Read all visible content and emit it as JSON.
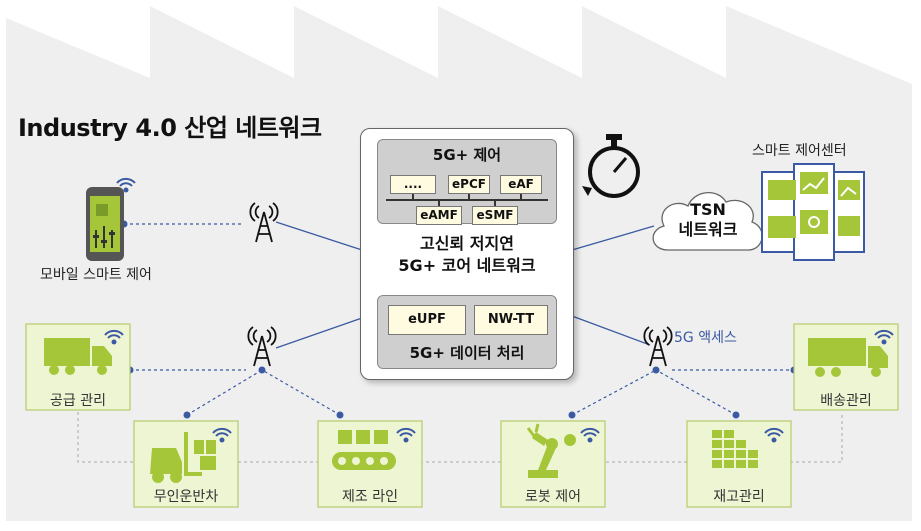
{
  "title": "Industry 4.0 산업 네트워크",
  "core": {
    "control_plane_title": "5G+ 제어",
    "control_functions": [
      "....",
      "ePCF",
      "eAF",
      "eAMF",
      "eSMF"
    ],
    "name_line1": "고신뢰 저지연",
    "name_line2": "5G+ 코어 네트워크",
    "user_plane_functions": [
      "eUPF",
      "NW-TT"
    ],
    "user_plane_title": "5G+ 데이터 처리"
  },
  "tsn": {
    "line1": "TSN",
    "line2": "네트워크"
  },
  "smart_center_label": "스마트 제어센터",
  "mobile_label": "모바일 스마트 제어",
  "access_label": "5G 액세스",
  "devices": {
    "supply": "공급 관리",
    "agv": "무인운반차",
    "manufacturing": "제조 라인",
    "robot": "로봇 제어",
    "inventory": "재고관리",
    "delivery": "배송관리"
  },
  "colors": {
    "device_bg": "#eef5d3",
    "device_border": "#b5cc6a",
    "icon_green": "#a6c639",
    "link_blue": "#3b5aa3",
    "factory_bg": "#efefef"
  }
}
